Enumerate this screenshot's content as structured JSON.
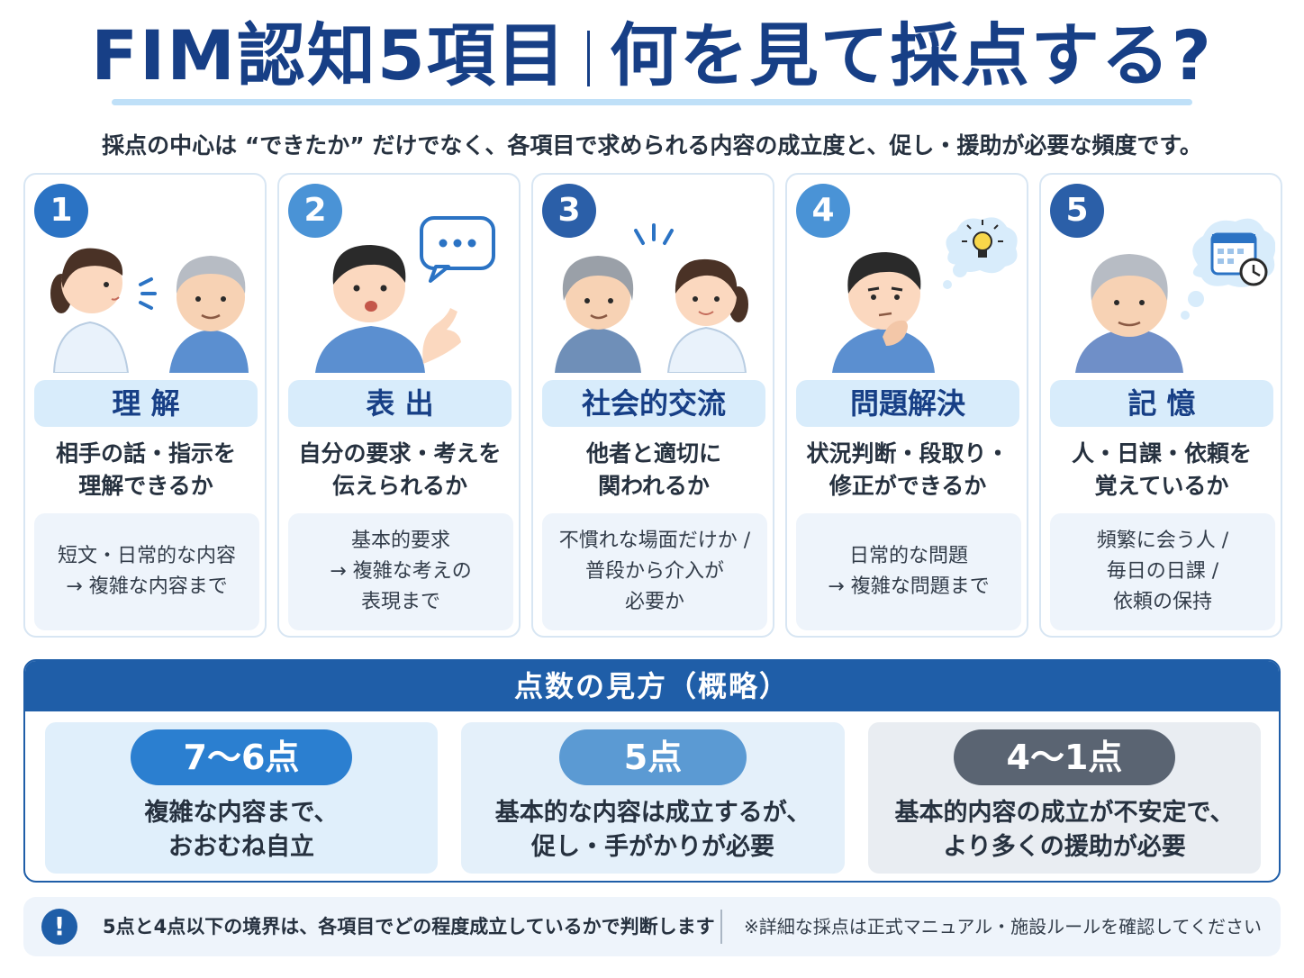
{
  "header": {
    "title_part1": "FIM認知5項目",
    "title_part2": "何を見て採点する?",
    "subtitle": "採点の中心は “できたか” だけでなく、各項目で求められる内容の成立度と、促し・援助が必要な頻度です。"
  },
  "items": [
    {
      "number": "1",
      "label": "理 解",
      "desc1": "相手の話・指示を",
      "desc2": "理解できるか",
      "detail": "短文・日常的な内容\n→ 複雑な内容まで"
    },
    {
      "number": "2",
      "label": "表 出",
      "desc1": "自分の要求・考えを",
      "desc2": "伝えられるか",
      "detail": "基本的要求\n→ 複雑な考えの\n表現まで"
    },
    {
      "number": "3",
      "label": "社会的交流",
      "desc1": "他者と適切に",
      "desc2": "関われるか",
      "detail": "不慣れな場面だけか /\n普段から介入が\n必要か"
    },
    {
      "number": "4",
      "label": "問題解決",
      "desc1": "状況判断・段取り・",
      "desc2": "修正ができるか",
      "detail": "日常的な問題\n→ 複雑な問題まで"
    },
    {
      "number": "5",
      "label": "記 憶",
      "desc1": "人・日課・依頼を",
      "desc2": "覚えているか",
      "detail": "頻繁に会う人 /\n毎日の日課 /\n依頼の保持"
    }
  ],
  "scores": {
    "title": "点数の見方（概略）",
    "levels": [
      {
        "range": "7〜6点",
        "text": "複雑な内容まで、\nおおむね自立",
        "color": "#2b7fd0",
        "bg": "#e0effb"
      },
      {
        "range": "5点",
        "text": "基本的な内容は成立するが、\n促し・手がかりが必要",
        "color": "#5b9ad3",
        "bg": "#e4f0fa"
      },
      {
        "range": "4〜1点",
        "text": "基本的内容の成立が不安定で、\nより多くの援助が必要",
        "color": "#5a6472",
        "bg": "#e9edf2"
      }
    ]
  },
  "footer": {
    "warn_icon": "!",
    "note": "5点と4点以下の境界は、各項目でどの程度成立しているかで判断します",
    "disclaimer": "※詳細な採点は正式マニュアル・施設ルールを確認してください"
  },
  "colors": {
    "primary": "#173f86",
    "accent": "#1f5ea8",
    "light": "#d8ecfb"
  }
}
